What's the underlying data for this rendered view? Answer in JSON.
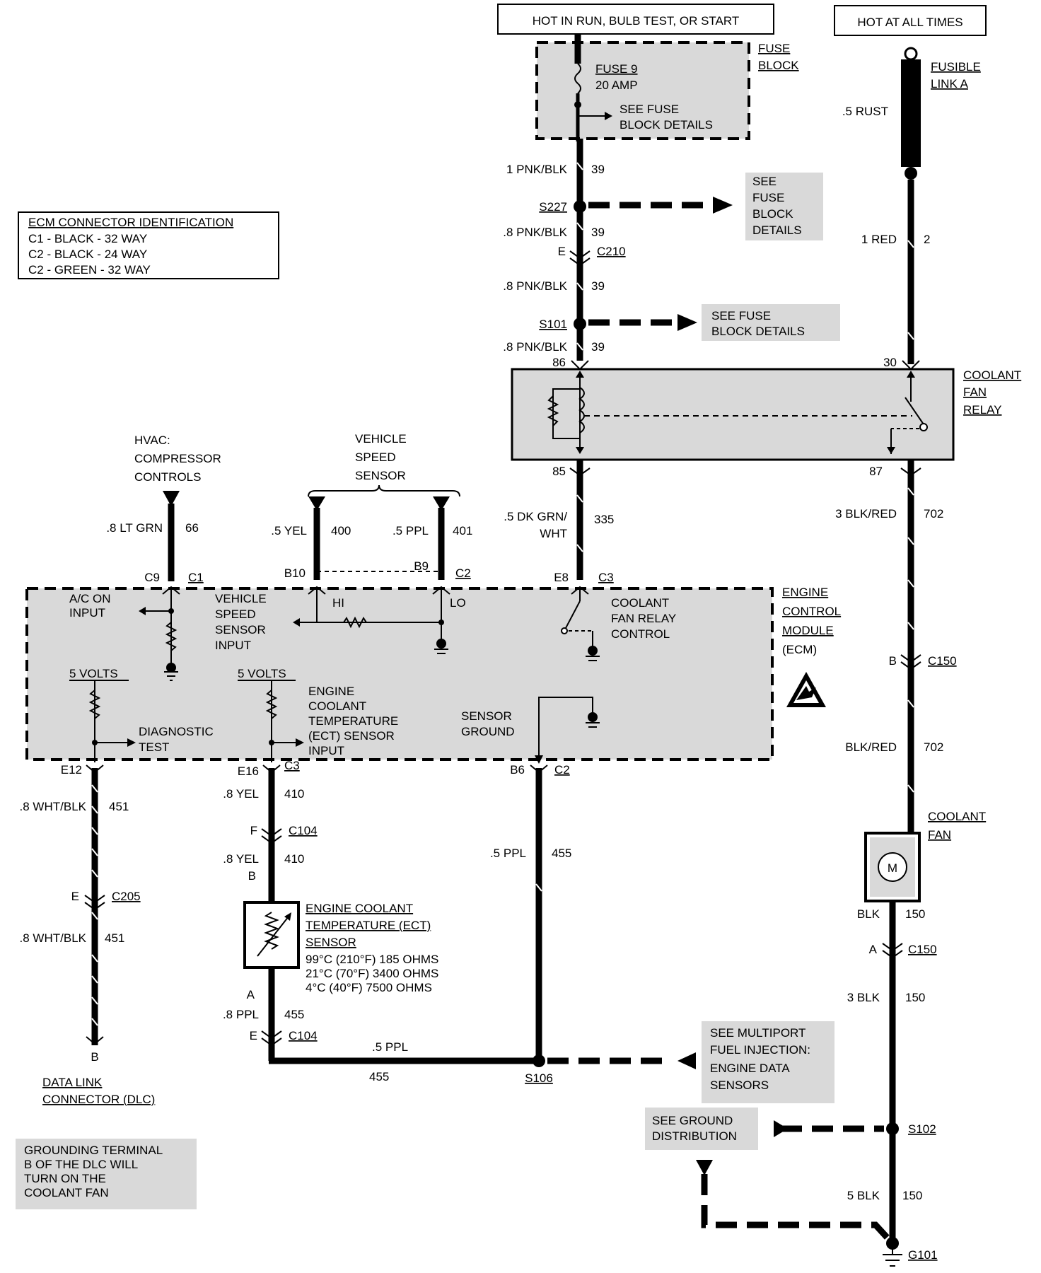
{
  "header": {
    "hot_run": "HOT IN RUN, BULB TEST, OR START",
    "hot_all": "HOT AT ALL TIMES"
  },
  "fuse_block": {
    "title_1": "FUSE",
    "title_2": "BLOCK",
    "fuse_1": "FUSE 9",
    "fuse_2": "20 AMP",
    "details_1": "SEE FUSE",
    "details_2": "BLOCK DETAILS"
  },
  "fusible_link": {
    "label_1": "FUSIBLE",
    "label_2": "LINK A",
    "wire": ".5 RUST"
  },
  "ecm_conn_id": {
    "title": "ECM CONNECTOR IDENTIFICATION",
    "rows": [
      "C1 - BLACK - 32 WAY",
      "C2 - BLACK - 24 WAY",
      "C2 - GREEN - 32 WAY"
    ]
  },
  "feed_circuit": {
    "w1_color": "1 PNK/BLK",
    "w1_num": "39",
    "s227": "S227",
    "see1": [
      "SEE",
      "FUSE",
      "BLOCK",
      "DETAILS"
    ],
    "w2_color": ".8 PNK/BLK",
    "w2_num": "39",
    "c210_pin": "E",
    "c210": "C210",
    "w3_color": ".8 PNK/BLK",
    "w3_num": "39",
    "s101": "S101",
    "see2": [
      "SEE FUSE",
      "BLOCK DETAILS"
    ],
    "w4_color": ".8 PNK/BLK",
    "w4_num": "39",
    "pin86": "86"
  },
  "relay": {
    "label": [
      "COOLANT",
      "FAN",
      "RELAY"
    ],
    "pin30": "30",
    "pin85": "85",
    "pin87": "87",
    "red_color": "1 RED",
    "red_num": "2"
  },
  "hvac": {
    "label": [
      "HVAC:",
      "COMPRESSOR",
      "CONTROLS"
    ],
    "wire_color": ".8 LT GRN",
    "wire_num": "66",
    "pin": "C9",
    "conn": "C1"
  },
  "vss": {
    "label": [
      "VEHICLE",
      "SPEED",
      "SENSOR"
    ],
    "yel_color": ".5 YEL",
    "yel_num": "400",
    "ppl_color": ".5 PPL",
    "ppl_num": "401",
    "pin_b10": "B10",
    "pin_b9": "B9",
    "conn": "C2",
    "hi": "HI",
    "lo": "LO"
  },
  "relay_ctrl_wire": {
    "color_1": ".5 DK GRN/",
    "color_2": "WHT",
    "num": "335",
    "pin": "E8",
    "conn": "C3"
  },
  "ecm": {
    "label": [
      "ENGINE",
      "CONTROL",
      "MODULE"
    ],
    "abbr": "(ECM)",
    "ac_on": [
      "A/C ON",
      "INPUT"
    ],
    "vss_input": [
      "VEHICLE",
      "SPEED",
      "SENSOR",
      "INPUT"
    ],
    "relay_control": [
      "COOLANT",
      "FAN RELAY",
      "CONTROL"
    ],
    "volts_1": "5 VOLTS",
    "volts_2": "5 VOLTS",
    "diag": [
      "DIAGNOSTIC",
      "TEST"
    ],
    "ect_input": [
      "ENGINE",
      "COOLANT",
      "TEMPERATURE",
      "(ECT) SENSOR",
      "INPUT"
    ],
    "sensor_ground": [
      "SENSOR",
      "GROUND"
    ]
  },
  "dlc_circuit": {
    "pin": "E12",
    "w1_color": ".8 WHT/BLK",
    "w1_num": "451",
    "c205_pin": "E",
    "c205": "C205",
    "w2_color": ".8 WHT/BLK",
    "w2_num": "451",
    "dlc_pin": "B",
    "dlc_label_1": "DATA LINK",
    "dlc_label_2": "CONNECTOR (DLC)",
    "note": [
      "GROUNDING TERMINAL",
      "B OF THE DLC WILL",
      "TURN ON THE",
      "COOLANT FAN"
    ]
  },
  "ect_circuit": {
    "pin": "E16",
    "conn": "C3",
    "w1_color": ".8 YEL",
    "w1_num": "410",
    "c104_pin_f": "F",
    "c104": "C104",
    "w2_color": ".8 YEL",
    "w2_num": "410",
    "sensor_pin_b": "B",
    "sensor_label": [
      "ENGINE COOLANT",
      "TEMPERATURE (ECT)",
      "SENSOR"
    ],
    "specs": [
      "99°C (210°F) 185 OHMS",
      "21°C (70°F) 3400 OHMS",
      "4°C (40°F) 7500 OHMS"
    ],
    "sensor_pin_a": "A",
    "w3_color": ".8 PPL",
    "w3_num": "455",
    "c104b_pin": "E",
    "c104b": "C104",
    "w4_color": ".5 PPL",
    "w4_num": "455"
  },
  "ground_circuit": {
    "pin": "B6",
    "conn": "C2",
    "w_color": ".5 PPL",
    "w_num": "455",
    "s106": "S106",
    "see_mpfi": [
      "SEE MULTIPORT",
      "FUEL INJECTION:",
      "ENGINE DATA",
      "SENSORS"
    ]
  },
  "fan_circuit": {
    "w1_color": "3 BLK/RED",
    "w1_num": "702",
    "c150_pin_b": "B",
    "c150": "C150",
    "w2_color": "BLK/RED",
    "w2_num": "702",
    "fan_label": [
      "COOLANT",
      "FAN"
    ],
    "motor": "M",
    "w3_color": "BLK",
    "w3_num": "150",
    "c150_pin_a": "A",
    "c150b": "C150",
    "w4_color": "3 BLK",
    "w4_num": "150",
    "s102": "S102",
    "see_ground": [
      "SEE GROUND",
      "DISTRIBUTION"
    ],
    "w5_color": "5 BLK",
    "w5_num": "150",
    "g101": "G101"
  }
}
